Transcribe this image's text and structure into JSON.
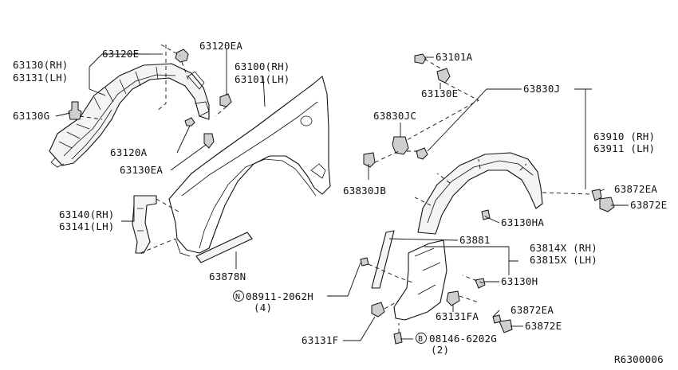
{
  "diagram_id": "R6300006",
  "labels": {
    "p63120E": "63120E",
    "p63120EA": "63120EA",
    "p63130_rh": "63130(RH)",
    "p63131_lh": "63131(LH)",
    "p63100_rh": "63100(RH)",
    "p63101_lh": "63101(LH)",
    "p63130G": "63130G",
    "p63120A": "63120A",
    "p63130EA": "63130EA",
    "p63140_rh": "63140(RH)",
    "p63141_lh": "63141(LH)",
    "p63878N": "63878N",
    "p63101A": "63101A",
    "p63130E": "63130E",
    "p63830J": "63830J",
    "p63830JC": "63830JC",
    "p63830JB": "63830JB",
    "p63910_rh": "63910 (RH)",
    "p63911_lh": "63911 (LH)",
    "p63872EA_top": "63872EA",
    "p63872E_top": "63872E",
    "p63130HA": "63130HA",
    "p63881": "63881",
    "p63814X_rh": "63814X (RH)",
    "p63815X_lh": "63815X (LH)",
    "p63130H": "63130H",
    "p08911": "08911-2062H",
    "p08911_qty": "(4)",
    "p08911_prefix": "N",
    "p63872EA_bot": "63872EA",
    "p63872E_bot": "63872E",
    "p63131FA": "63131FA",
    "p63131F": "63131F",
    "p08146": "08146-6202G",
    "p08146_qty": "(2)",
    "p08146_prefix": "B"
  }
}
